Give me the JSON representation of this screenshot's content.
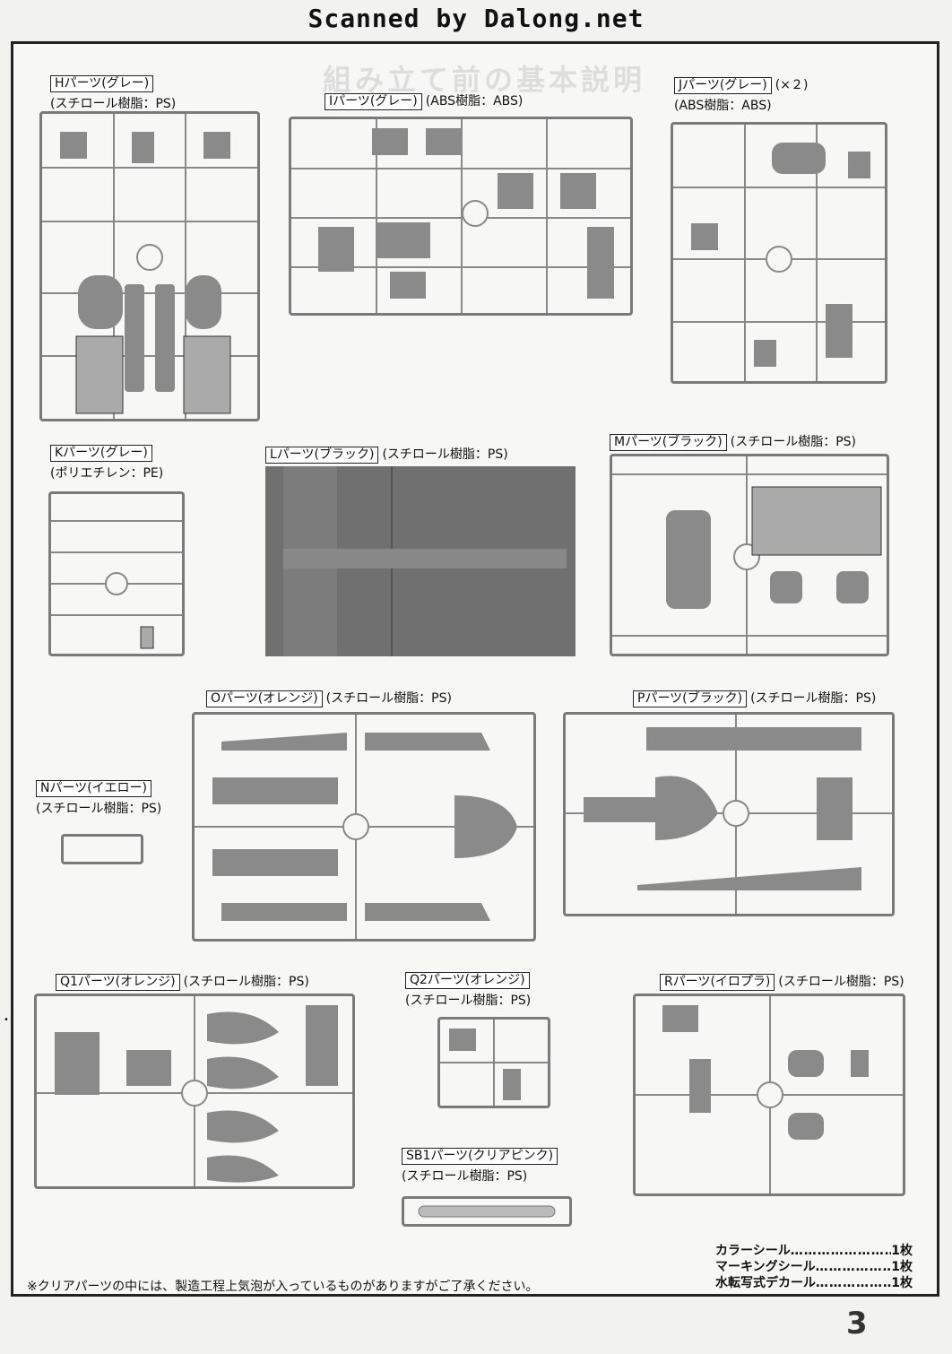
{
  "watermark": "Scanned by Dalong.net",
  "page_heading": "組み立て前の基本説明",
  "runners": {
    "H": {
      "label": "Hパーツ(グレー)",
      "material": "(スチロール樹脂：PS)"
    },
    "I": {
      "label": "Ⅰパーツ(グレー)",
      "material": "(ABS樹脂：ABS)"
    },
    "J": {
      "label": "Jパーツ(グレー)",
      "qty": "(×２)",
      "material": "(ABS樹脂：ABS)"
    },
    "K": {
      "label": "Kパーツ(グレー)",
      "material": "(ポリエチレン：PE)"
    },
    "L": {
      "label": "Lパーツ(ブラック)",
      "material": "(スチロール樹脂：PS)"
    },
    "M": {
      "label": "Mパーツ(ブラック)",
      "material": "(スチロール樹脂：PS)"
    },
    "N": {
      "label": "Nパーツ(イエロー)",
      "material": "(スチロール樹脂：PS)"
    },
    "O": {
      "label": "Oパーツ(オレンジ)",
      "material": "(スチロール樹脂：PS)"
    },
    "P": {
      "label": "Pパーツ(ブラック)",
      "material": "(スチロール樹脂：PS)"
    },
    "Q1": {
      "label": "Q1パーツ(オレンジ)",
      "material": "(スチロール樹脂：PS)"
    },
    "Q2": {
      "label": "Q2パーツ(オレンジ)",
      "material": "(スチロール樹脂：PS)"
    },
    "R": {
      "label": "Rパーツ(イロプラ)",
      "material": "(スチロール樹脂：PS)"
    },
    "SB1": {
      "label": "SB1パーツ(クリアピンク)",
      "material": "(スチロール樹脂：PS)"
    }
  },
  "footer_note": "※クリアパーツの中には、製造工程上気泡が入っているものがありますがご了承ください。",
  "decals": [
    {
      "name": "カラーシール",
      "qty": "1枚"
    },
    {
      "name": "マーキングシール",
      "qty": "1枚"
    },
    {
      "name": "水転写式デカール",
      "qty": "1枚"
    }
  ],
  "page_number": "3"
}
